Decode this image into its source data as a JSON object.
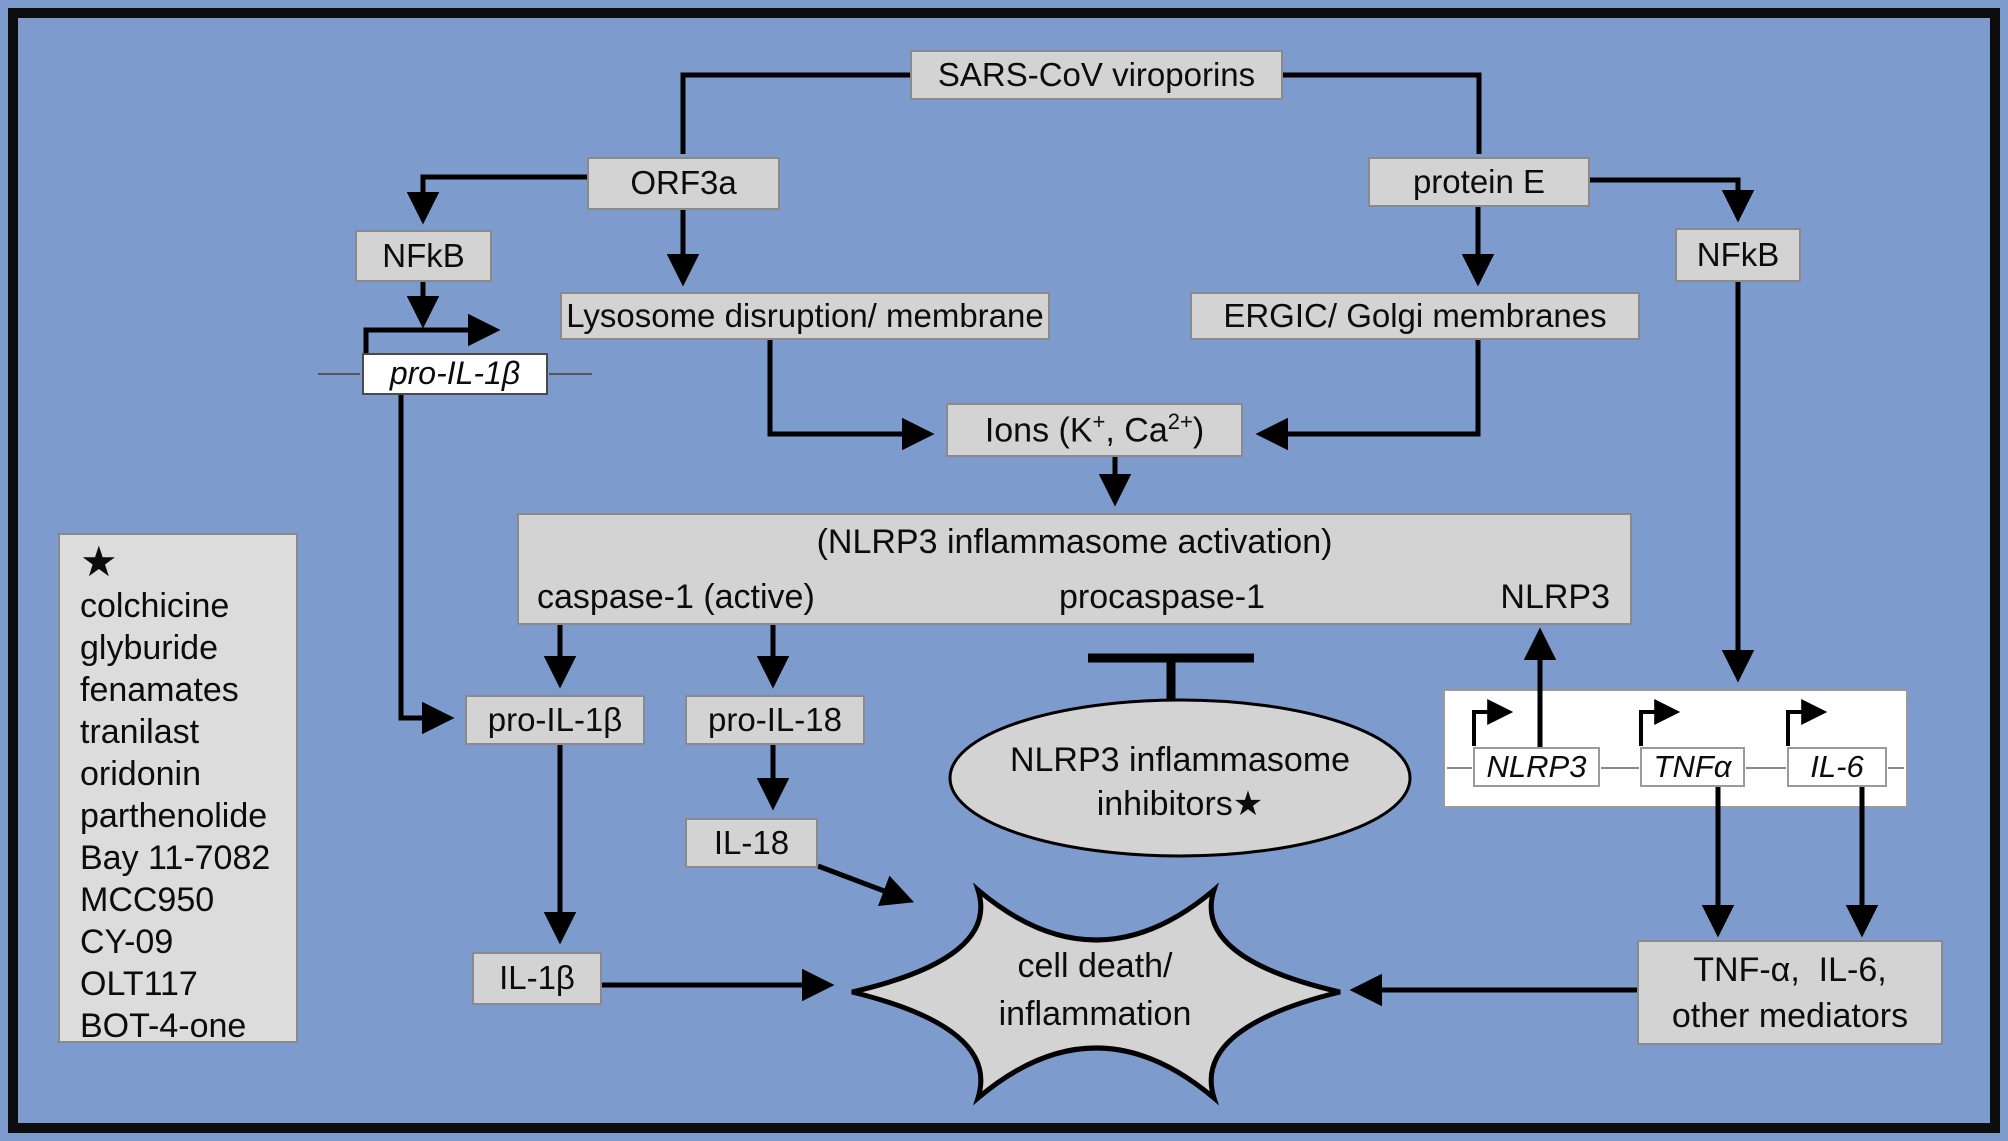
{
  "diagram": {
    "colors": {
      "background": "#7e9bcd",
      "node_fill": "#d3d3d3",
      "line": "#000000",
      "gene_panel": "#ffffff"
    },
    "nodes": {
      "viroporins": "SARS-CoV viroporins",
      "orf3a": "ORF3a",
      "protein_e": "protein E",
      "nfkb_left": "NFkB",
      "nfkb_right": "NFkB",
      "lysosome": "Lysosome disruption/ membrane",
      "ergic": "ERGIC/ Golgi membranes",
      "ions": {
        "pre": "Ions (K",
        "sup1": "+",
        "mid": ", Ca",
        "sup2": "2+",
        "post": ")"
      },
      "activation_title": "(NLRP3 inflammasome activation)",
      "caspase1": "caspase-1 (active)",
      "procaspase1": "procaspase-1",
      "nlrp3": "NLRP3",
      "pro_il1b_gene": "pro-IL-1β",
      "pro_il1b": "pro-IL-1β",
      "pro_il18": "pro-IL-18",
      "il18": "IL-18",
      "il1b": "IL-1β",
      "inhibitors_line1": "NLRP3 inflammasome",
      "inhibitors_line2": "inhibitors★",
      "gene_nlrp3": "NLRP3",
      "gene_tnfa": "TNFα",
      "gene_il6": "IL-6",
      "tnf_line1": "TNF-α,  IL-6,",
      "tnf_line2": "other mediators",
      "cell_death_line1": "cell death/",
      "cell_death_line2": "inflammation"
    },
    "legend": {
      "star": "★",
      "items": [
        "colchicine",
        "glyburide",
        "fenamates",
        "tranilast",
        "oridonin",
        "parthenolide",
        "Bay 11-7082",
        "MCC950",
        "CY-09",
        "OLT117",
        "BOT-4-one"
      ]
    }
  }
}
